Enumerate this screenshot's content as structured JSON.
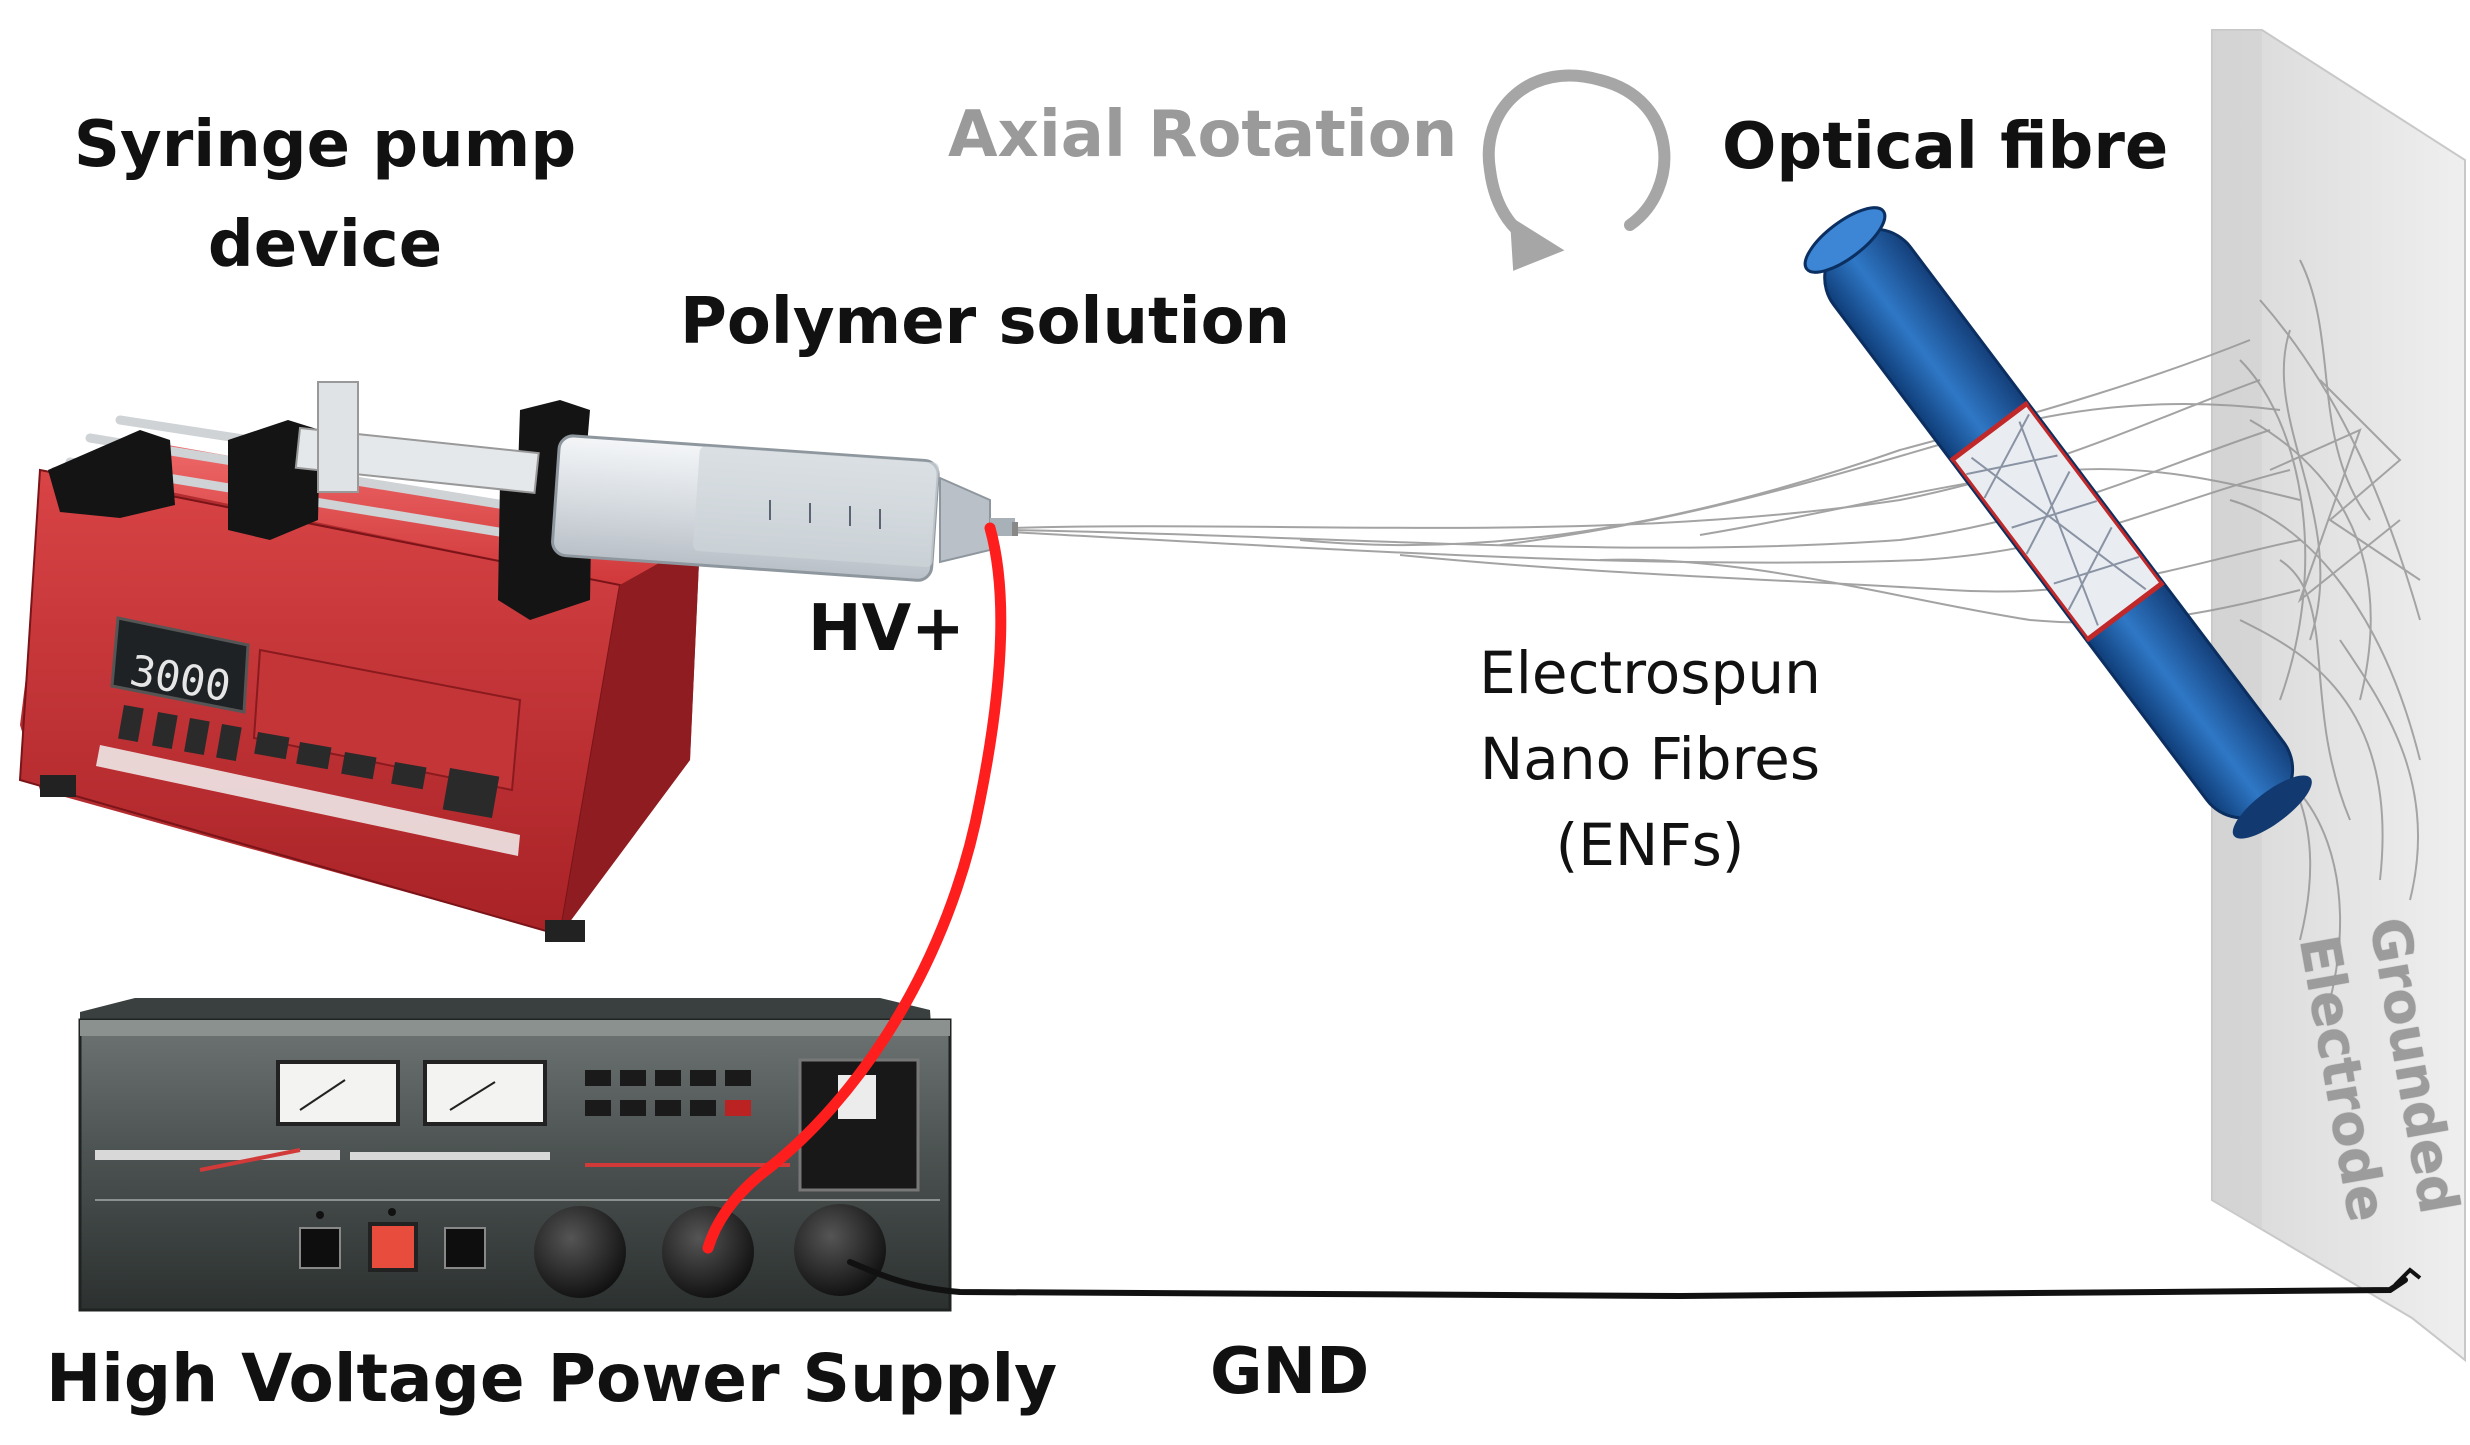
{
  "labels": {
    "syringe_pump_line1": "Syringe pump",
    "syringe_pump_line2": "device",
    "polymer_solution": "Polymer solution",
    "axial_rotation": "Axial Rotation",
    "optical_fibre": "Optical fibre",
    "hv_plus": "HV+",
    "enf_line1": "Electrospun",
    "enf_line2": "Nano Fibres",
    "enf_line3": "(ENFs)",
    "power_supply": "High Voltage Power Supply",
    "gnd": "GND",
    "grounded_line1": "Grounded",
    "grounded_line2": "Electrode"
  },
  "pump_display": "3000",
  "colors": {
    "pump_red": "#d83a3c",
    "fibre_blue": "#1f5fa8",
    "hv_wire": "#ff1e1e",
    "ground_wire": "#111111",
    "electrode": "#e4e4e4",
    "axial_text": "#9a9a9a"
  }
}
